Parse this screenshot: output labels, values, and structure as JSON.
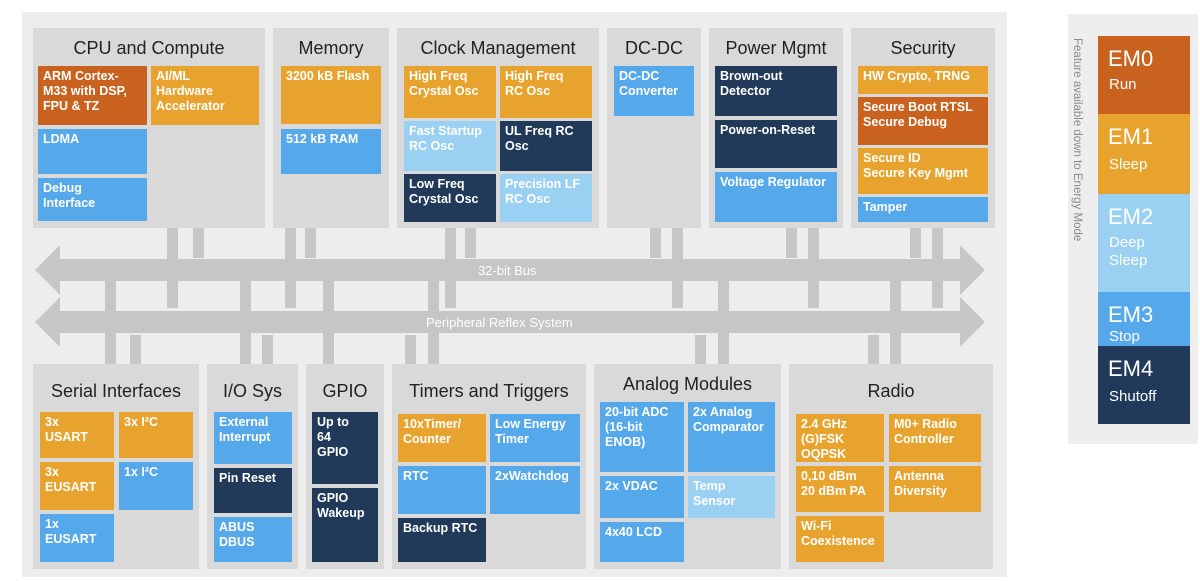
{
  "top_panels": {
    "cpu": {
      "title": "CPU and Compute",
      "arm": "ARM Cortex-\nM33 with DSP,\nFPU & TZ",
      "aiml": "AI/ML\nHardware\nAccelerator",
      "ldma": "LDMA",
      "debug": "Debug\nInterface"
    },
    "memory": {
      "title": "Memory",
      "flash": "3200 kB Flash",
      "ram": "512 kB RAM"
    },
    "clock": {
      "title": "Clock Management",
      "hfxo": "High Freq\nCrystal Osc",
      "hfrco": "High Freq\nRC Osc",
      "fast": "Fast Startup\nRC Osc",
      "ulfrco": "UL Freq RC\nOsc",
      "lfxo": "Low Freq\nCrystal Osc",
      "plf": "Precision LF\nRC Osc"
    },
    "dcdc": {
      "title": "DC-DC",
      "converter": "DC-DC\nConverter"
    },
    "power": {
      "title": "Power Mgmt",
      "bod": "Brown-out\nDetector",
      "por": "Power-on-Reset",
      "vreg": "Voltage Regulator"
    },
    "security": {
      "title": "Security",
      "crypto": "HW Crypto, TRNG",
      "boot": "Secure Boot RTSL\nSecure Debug",
      "sid": "Secure ID\nSecure Key Mgmt",
      "tamper": "Tamper"
    }
  },
  "buses": {
    "bus32": "32-bit Bus",
    "prs": "Peripheral Reflex System"
  },
  "bottom_panels": {
    "serial": {
      "title": "Serial Interfaces",
      "usart": "3x\nUSART",
      "i2c3": "3x I²C",
      "eusart3": "3x\nEUSART",
      "i2c1": "1x I²C",
      "eusart1": "1x\nEUSART"
    },
    "io": {
      "title": "I/O Sys",
      "extint": "External\nInterrupt",
      "pinreset": "Pin Reset",
      "abus": "ABUS\nDBUS"
    },
    "gpio": {
      "title": "GPIO",
      "upto": "Up to\n64\nGPIO",
      "wakeup": "GPIO\nWakeup"
    },
    "timers": {
      "title": "Timers and Triggers",
      "timer": "10xTimer/\nCounter",
      "letimer": "Low Energy\nTimer",
      "rtc": "RTC",
      "wdog": "2xWatchdog",
      "brtc": "Backup RTC"
    },
    "analog": {
      "title": "Analog Modules",
      "adc": "20-bit ADC\n(16-bit\nENOB)",
      "comp": "2x Analog\nComparator",
      "vdac": "2x VDAC",
      "temp": "Temp\nSensor",
      "lcd": "4x40 LCD"
    },
    "radio": {
      "title": "Radio",
      "ghz": "2.4 GHz\n(G)FSK\nOQPSK",
      "m0": "M0+ Radio\nController",
      "dbm": "0,10 dBm\n20 dBm PA",
      "antenna": "Antenna\nDiversity",
      "wifi": "Wi-Fi\nCoexistence"
    }
  },
  "legend": {
    "vertical": "Feature available down to Energy Mode",
    "modes": [
      {
        "name": "EM0",
        "sub": "Run",
        "color": "#c8621e"
      },
      {
        "name": "EM1",
        "sub": "Sleep",
        "color": "#e8a32e"
      },
      {
        "name": "EM2",
        "sub": "Deep\nSleep",
        "color": "#9ad0f2"
      },
      {
        "name": "EM3",
        "sub": "Stop",
        "color": "#55a8ea"
      },
      {
        "name": "EM4",
        "sub": "Shutoff",
        "color": "#223a5a"
      }
    ]
  }
}
